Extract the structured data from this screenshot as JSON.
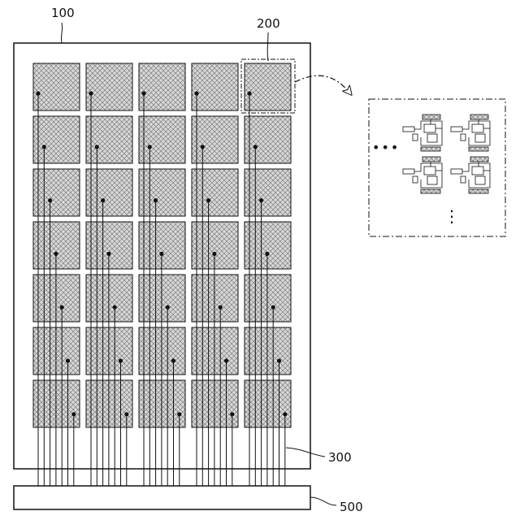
{
  "labels": {
    "panel": "100",
    "pixel_block": "200",
    "wiring": "300",
    "driver": "500"
  },
  "detail": {
    "ellipsis_horizontal": "•••",
    "ellipsis_vertical": "⋮"
  },
  "grid": {
    "rows": 7,
    "cols": 5
  },
  "colors": {
    "line": "#111111",
    "cell_fill": "#d4d4d4",
    "hatch": "#7a7a7a"
  }
}
